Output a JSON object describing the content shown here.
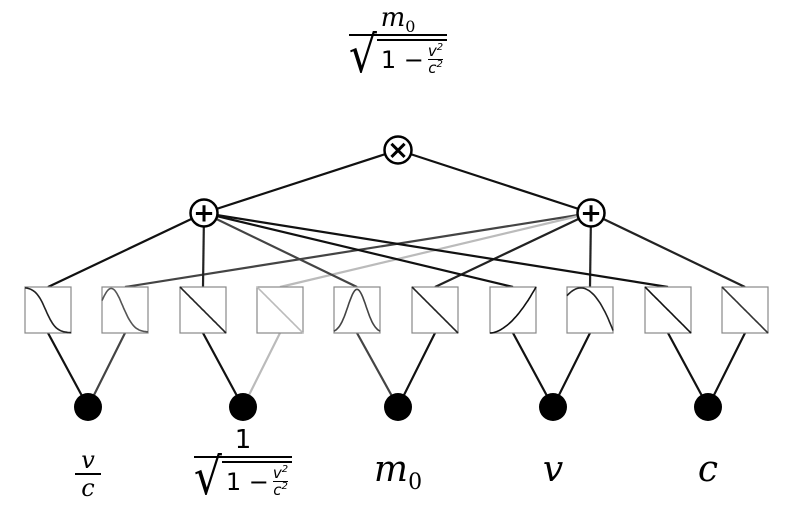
{
  "top_formula": {
    "numerator_var": "m",
    "numerator_sub": "0",
    "one": "1",
    "minus": "−",
    "v": "v",
    "c": "c",
    "exp": "2"
  },
  "operators": {
    "product": "×",
    "sum": "+"
  },
  "inputs": [
    {
      "id": "v_over_c",
      "num": "v",
      "den": "c"
    },
    {
      "id": "gamma",
      "one": "1",
      "minus": "−",
      "v": "v",
      "c": "c",
      "exp": "2"
    },
    {
      "id": "m0",
      "var": "m",
      "sub": "0"
    },
    {
      "id": "v",
      "var": "v"
    },
    {
      "id": "c",
      "var": "c"
    }
  ],
  "activations": [
    {
      "shape": "sigmoid-down",
      "color": "#222222"
    },
    {
      "shape": "bump-down",
      "color": "#555555"
    },
    {
      "shape": "linear-down",
      "color": "#222222"
    },
    {
      "shape": "linear-down",
      "color": "#bbbbbb"
    },
    {
      "shape": "bump",
      "color": "#444444"
    },
    {
      "shape": "linear-down",
      "color": "#222222"
    },
    {
      "shape": "convex-up",
      "color": "#111111"
    },
    {
      "shape": "hump-down",
      "color": "#222222"
    },
    {
      "shape": "linear-down",
      "color": "#111111"
    },
    {
      "shape": "linear-down",
      "color": "#333333"
    }
  ],
  "edge_colors": {
    "sum_left": [
      "#111111",
      "#ffffff",
      "#222222",
      "#ffffff",
      "#444444",
      "#ffffff",
      "#111111",
      "#ffffff",
      "#111111",
      "#ffffff"
    ],
    "sum_right": [
      "#ffffff",
      "#444444",
      "#ffffff",
      "#bbbbbb",
      "#ffffff",
      "#222222",
      "#ffffff",
      "#222222",
      "#ffffff",
      "#222222"
    ],
    "input_to_act": [
      "#111111",
      "#444444",
      "#111111",
      "#bbbbbb",
      "#444444",
      "#111111",
      "#111111",
      "#111111",
      "#111111",
      "#111111"
    ]
  }
}
